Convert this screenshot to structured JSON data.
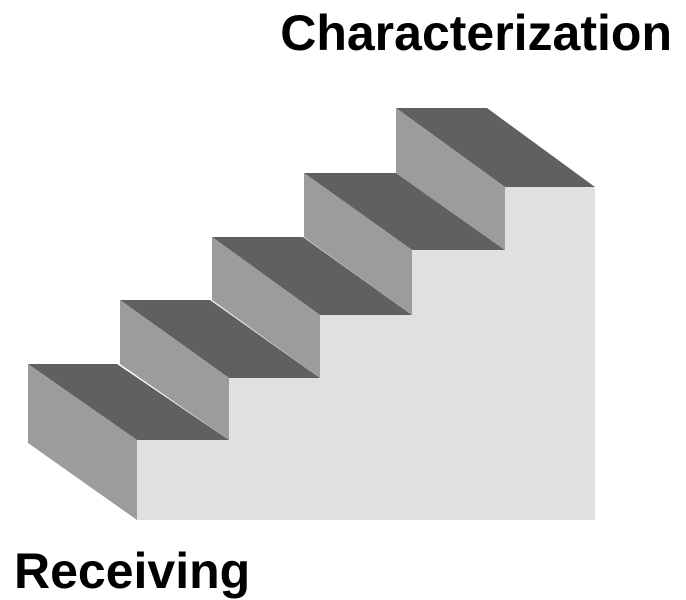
{
  "labels": {
    "top": "Characterization",
    "bottom": "Receiving"
  },
  "colors": {
    "tread": "#606060",
    "riser": "#9c9c9c",
    "side": "#e0e0e0",
    "text": "#000000"
  },
  "stairs": {
    "step_count": 5
  }
}
